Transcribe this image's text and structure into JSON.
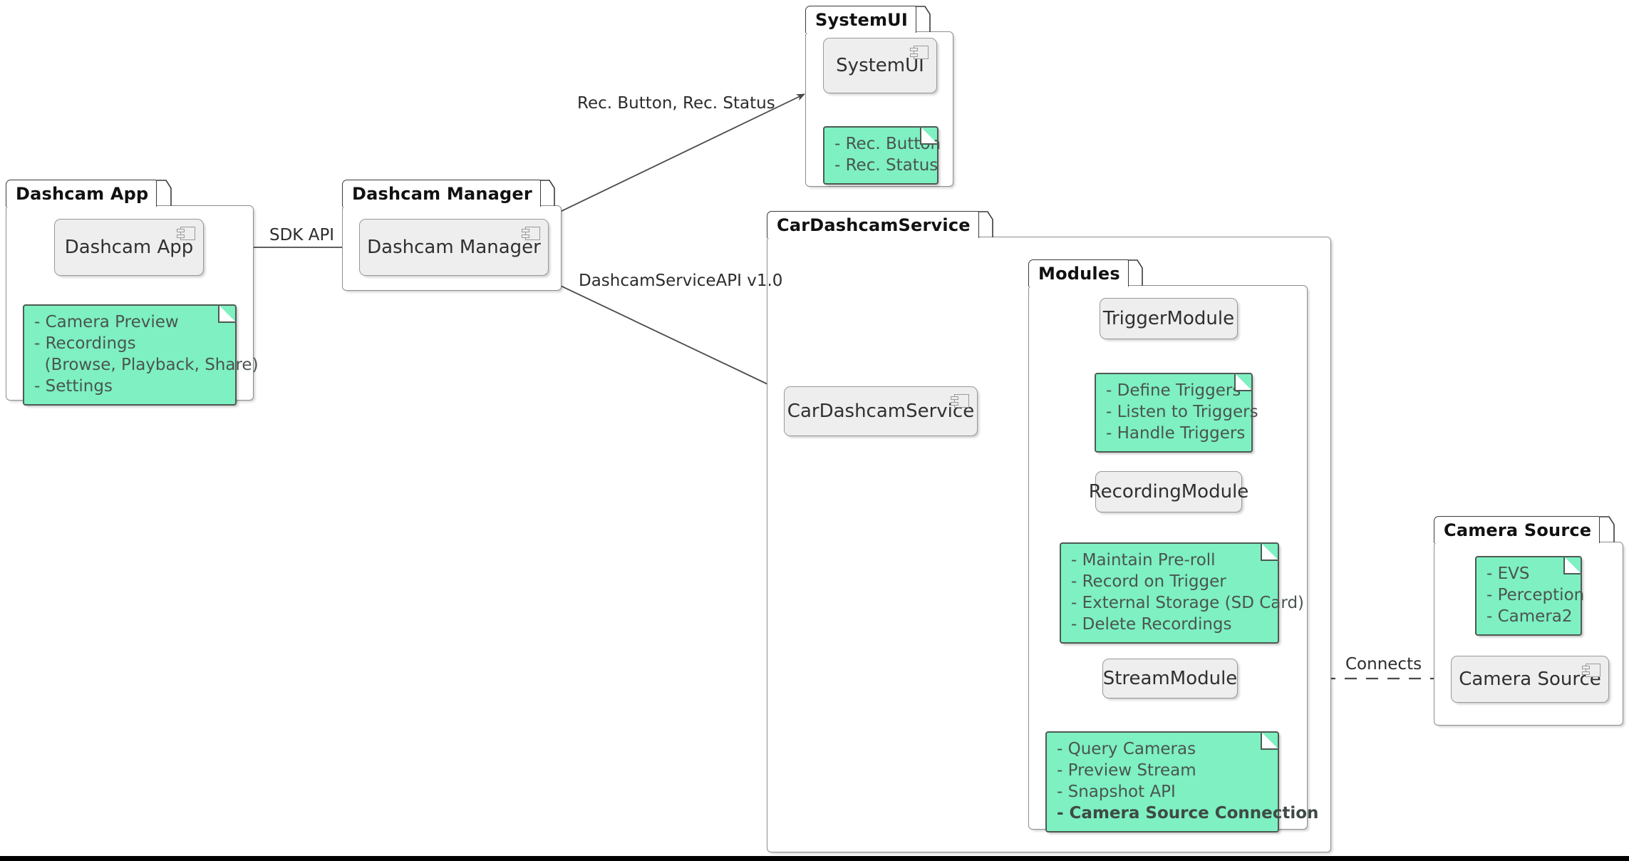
{
  "diagram": {
    "kind": "uml-component-diagram",
    "title_visible": false,
    "colors": {
      "note_fill": "#7ef0c1",
      "note_border": "#4e5a53",
      "note_text": "#4a5550",
      "component_fill": "#eeeeee",
      "component_border": "#999999",
      "component_text": "#303030",
      "package_border": "#8d8d8d",
      "package_tab_border": "#3a3a3a",
      "background": "#ffffff",
      "edge": "#4a4a4a",
      "bottom_bar": "#000000"
    }
  },
  "packages": [
    {
      "id": "dashcam_app",
      "label": "Dashcam App"
    },
    {
      "id": "dashcam_manager",
      "label": "Dashcam Manager"
    },
    {
      "id": "systemui",
      "label": "SystemUI"
    },
    {
      "id": "cardashcamservice",
      "label": "CarDashcamService"
    },
    {
      "id": "modules",
      "label": "Modules"
    },
    {
      "id": "camera_source",
      "label": "Camera Source"
    }
  ],
  "components": [
    {
      "id": "dashcam_app_comp",
      "label": "Dashcam App",
      "icon": "uml-component-icon",
      "has_icon": true
    },
    {
      "id": "dashcam_manager_comp",
      "label": "Dashcam Manager",
      "icon": "uml-component-icon",
      "has_icon": true
    },
    {
      "id": "systemui_comp",
      "label": "SystemUI",
      "icon": "uml-component-icon",
      "has_icon": true
    },
    {
      "id": "cardashcamservice_comp",
      "label": "CarDashcamService",
      "icon": "uml-component-icon",
      "has_icon": true
    },
    {
      "id": "triggermodule",
      "label": "TriggerModule",
      "icon": null,
      "has_icon": false
    },
    {
      "id": "recordingmodule",
      "label": "RecordingModule",
      "icon": null,
      "has_icon": false
    },
    {
      "id": "streammodule",
      "label": "StreamModule",
      "icon": null,
      "has_icon": false
    },
    {
      "id": "camera_source_comp",
      "label": "Camera Source",
      "icon": "uml-component-icon",
      "has_icon": true
    }
  ],
  "notes": [
    {
      "id": "note_dashcam_app",
      "attached_to": "dashcam_app_comp",
      "pointer": "up",
      "lines": [
        {
          "text": "- Camera Preview",
          "bold": false
        },
        {
          "text": "- Recordings",
          "bold": false
        },
        {
          "text": "  (Browse, Playback, Share)",
          "bold": false
        },
        {
          "text": "- Settings",
          "bold": false
        }
      ]
    },
    {
      "id": "note_systemui",
      "attached_to": "systemui_comp",
      "pointer": "up",
      "lines": [
        {
          "text": "- Rec. Button",
          "bold": false
        },
        {
          "text": "- Rec. Status",
          "bold": false
        }
      ]
    },
    {
      "id": "note_triggermodule",
      "attached_to": "triggermodule",
      "pointer": "up",
      "lines": [
        {
          "text": "- Define Triggers",
          "bold": false
        },
        {
          "text": "- Listen to Triggers",
          "bold": false
        },
        {
          "text": "- Handle Triggers",
          "bold": false
        }
      ]
    },
    {
      "id": "note_recordingmodule",
      "attached_to": "recordingmodule",
      "pointer": "up",
      "lines": [
        {
          "text": "- Maintain Pre-roll",
          "bold": false
        },
        {
          "text": "- Record on Trigger",
          "bold": false
        },
        {
          "text": "- External Storage (SD Card)",
          "bold": false
        },
        {
          "text": "- Delete Recordings",
          "bold": false
        }
      ]
    },
    {
      "id": "note_streammodule",
      "attached_to": "streammodule",
      "pointer": "up",
      "lines": [
        {
          "text": "- Query Cameras",
          "bold": false
        },
        {
          "text": "- Preview Stream",
          "bold": false
        },
        {
          "text": "- Snapshot API",
          "bold": false
        },
        {
          "text": "- Camera Source Connection",
          "bold": true
        }
      ]
    },
    {
      "id": "note_camera_source",
      "attached_to": "camera_source_comp",
      "pointer": "down",
      "lines": [
        {
          "text": "- EVS",
          "bold": false
        },
        {
          "text": "- Perception",
          "bold": false
        },
        {
          "text": "- Camera2",
          "bold": false
        }
      ]
    }
  ],
  "edges": [
    {
      "id": "edge_sdk_api",
      "from": "dashcam_app_comp",
      "to": "dashcam_manager_comp",
      "label": "SDK API",
      "style": "solid",
      "arrow": true
    },
    {
      "id": "edge_rec_button",
      "from": "dashcam_manager_comp",
      "to": "systemui_comp",
      "label": "Rec. Button, Rec. Status",
      "style": "solid",
      "arrow": true
    },
    {
      "id": "edge_service_api",
      "from": "dashcam_manager_comp",
      "to": "cardashcamservice_comp",
      "label": "DashcamServiceAPI v1.0",
      "style": "solid",
      "arrow": true
    },
    {
      "id": "edge_to_trigger",
      "from": "cardashcamservice_comp",
      "to": "triggermodule",
      "label": "",
      "style": "solid",
      "arrow": true
    },
    {
      "id": "edge_to_recording",
      "from": "cardashcamservice_comp",
      "to": "recordingmodule",
      "label": "",
      "style": "solid",
      "arrow": true
    },
    {
      "id": "edge_to_stream",
      "from": "cardashcamservice_comp",
      "to": "streammodule",
      "label": "",
      "style": "solid",
      "arrow": true
    },
    {
      "id": "edge_connects",
      "from": "streammodule",
      "to": "camera_source_comp",
      "label": "Connects",
      "style": "dashed",
      "arrow": false
    }
  ]
}
